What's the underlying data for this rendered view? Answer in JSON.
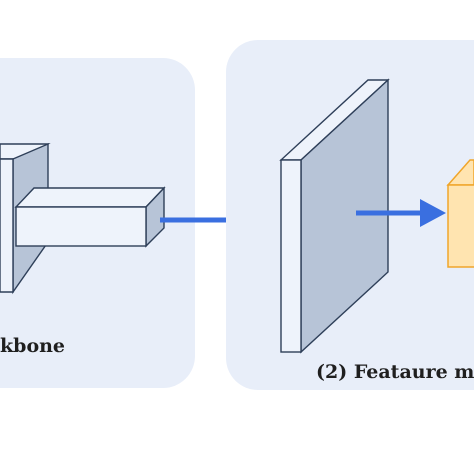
{
  "panels": [
    {
      "id": "backbone",
      "label": "kbone"
    },
    {
      "id": "feature-map",
      "label": "(2) Feataure m"
    }
  ],
  "colors": {
    "panel_fill": "#e8eef9",
    "block_dark": "#b7c4d7",
    "block_light": "#eef3fb",
    "block_stroke": "#2e3f59",
    "arrow": "#3a6fe0",
    "cube_fill": "#ffe4b0",
    "cube_stroke": "#f0a52a"
  }
}
